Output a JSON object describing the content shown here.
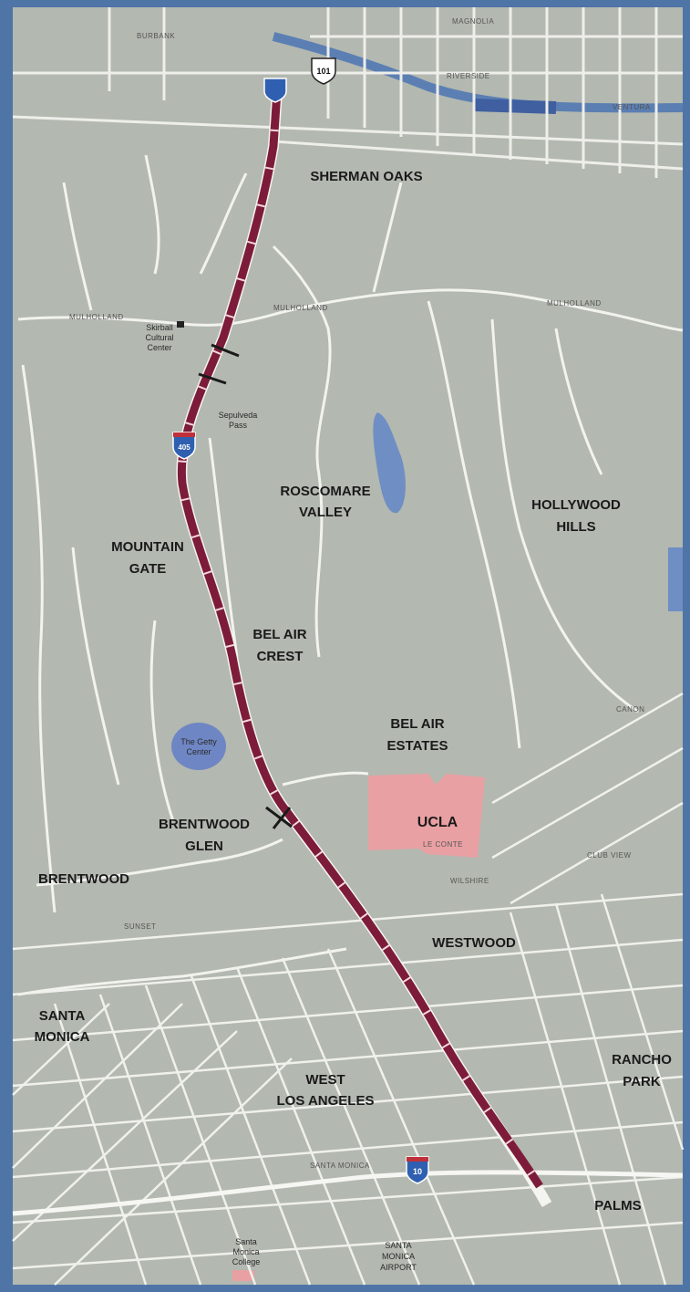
{
  "colors": {
    "land": "#b3b8b0",
    "water": "#5b7fb3",
    "frame": "#4f74a6",
    "route": "#7d1c3a",
    "ucla": "#e8a0a3",
    "park": "#6f86c4",
    "street": "#f2f2ee"
  },
  "neighborhoods": {
    "sherman_oaks": "SHERMAN OAKS",
    "roscomare_1": "ROSCOMARE",
    "roscomare_2": "VALLEY",
    "hollywood_1": "HOLLYWOOD",
    "hollywood_2": "HILLS",
    "mountain_1": "MOUNTAIN",
    "mountain_2": "GATE",
    "belair_crest_1": "BEL AIR",
    "belair_crest_2": "CREST",
    "belair_estates_1": "BEL AIR",
    "belair_estates_2": "ESTATES",
    "brentwood_glen_1": "BRENTWOOD",
    "brentwood_glen_2": "GLEN",
    "brentwood": "BRENTWOOD",
    "westwood": "WESTWOOD",
    "santa_monica_1": "SANTA",
    "santa_monica_2": "MONICA",
    "west_la_1": "WEST",
    "west_la_2": "LOS ANGELES",
    "rancho_1": "RANCHO",
    "rancho_2": "PARK",
    "palms": "PALMS"
  },
  "places": {
    "ucla": "UCLA",
    "skirball_1": "Skirball",
    "skirball_2": "Cultural",
    "skirball_3": "Center",
    "getty_1": "The Getty",
    "getty_2": "Center",
    "sepulveda_1": "Sepulveda",
    "sepulveda_2": "Pass",
    "smc_1": "Santa",
    "smc_2": "Monica",
    "smc_3": "College",
    "airport_1": "SANTA",
    "airport_2": "MONICA",
    "airport_3": "AIRPORT"
  },
  "shields": {
    "us101": "101",
    "i405": "405",
    "i10": "10"
  },
  "roads": {
    "ventura": "VENTURA",
    "magnolia": "MAGNOLIA",
    "burbank": "BURBANK",
    "riverside": "RIVERSIDE",
    "mulholland_w": "MULHOLLAND",
    "mulholland_c": "MULHOLLAND",
    "mulholland_e": "MULHOLLAND",
    "sunset": "SUNSET",
    "wilshire": "WILSHIRE",
    "santa_monica_blvd": "SANTA MONICA",
    "le_conte": "LE CONTE",
    "canon": "CANON",
    "club_view": "CLUB VIEW"
  }
}
